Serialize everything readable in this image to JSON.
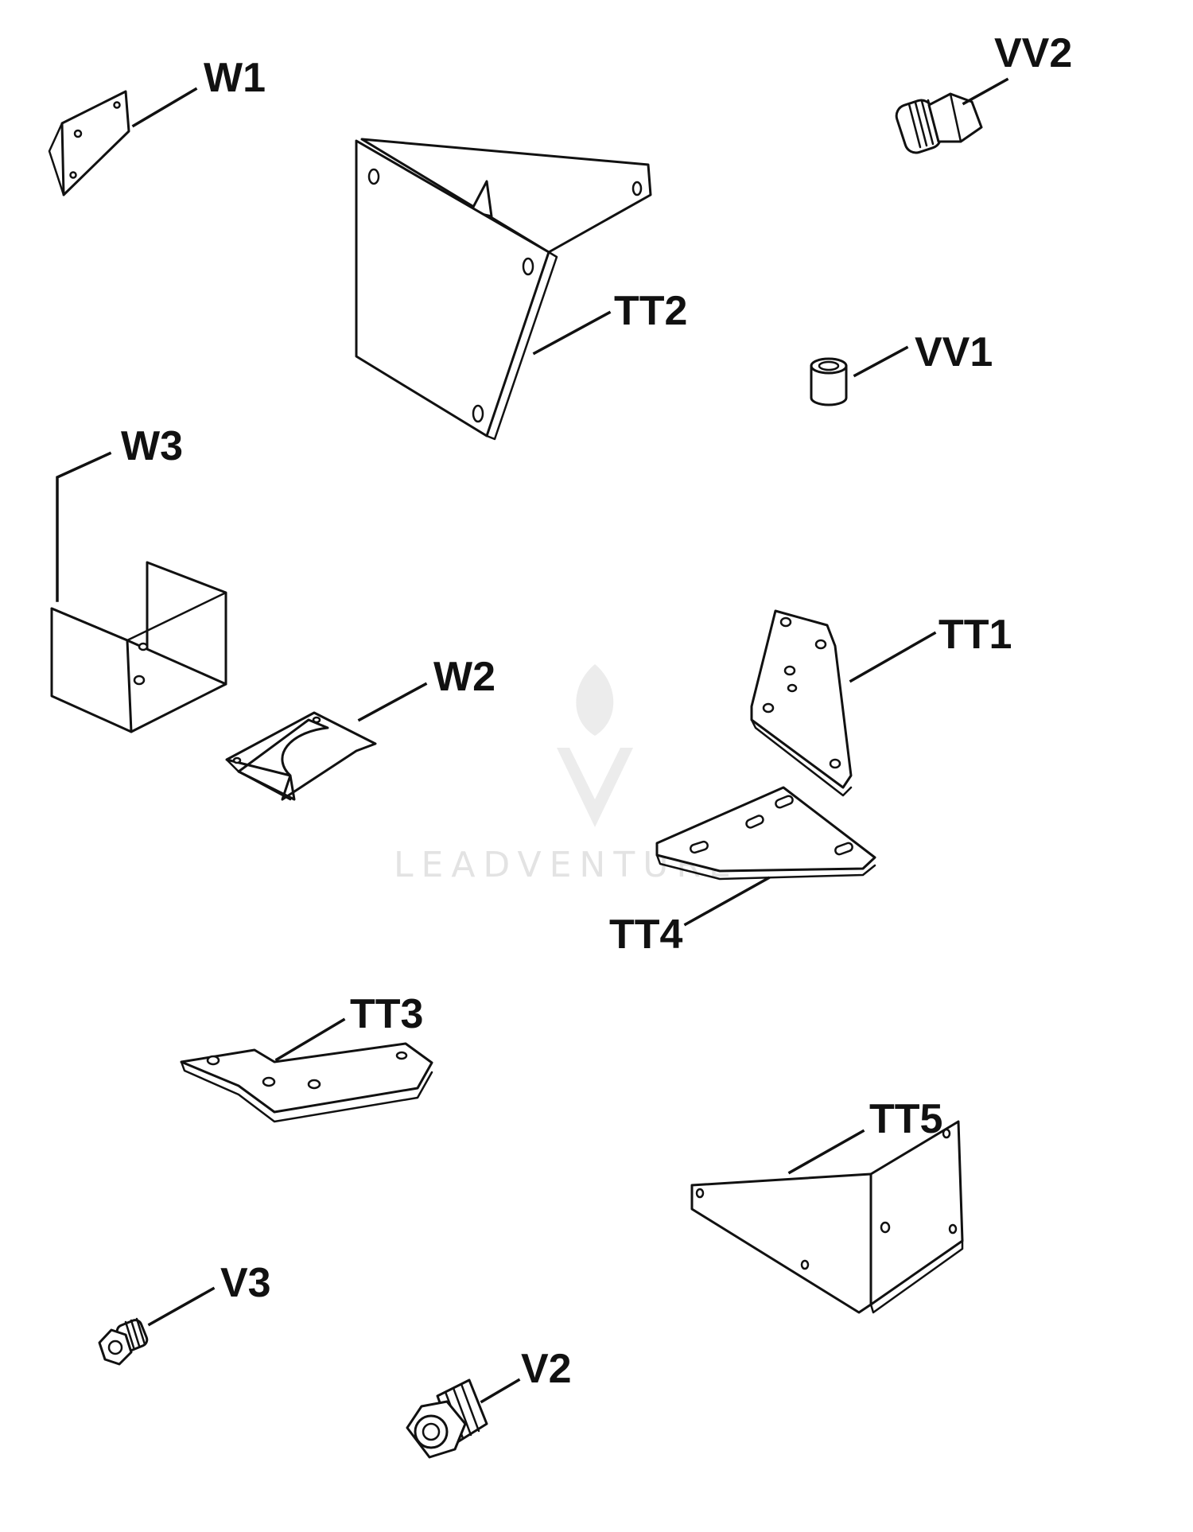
{
  "parts": [
    {
      "id": "w1",
      "label": "W1"
    },
    {
      "id": "tt2",
      "label": "TT2"
    },
    {
      "id": "vv2",
      "label": "VV2"
    },
    {
      "id": "vv1",
      "label": "VV1"
    },
    {
      "id": "w3",
      "label": "W3"
    },
    {
      "id": "w2",
      "label": "W2"
    },
    {
      "id": "tt1",
      "label": "TT1"
    },
    {
      "id": "tt4",
      "label": "TT4"
    },
    {
      "id": "tt3",
      "label": "TT3"
    },
    {
      "id": "tt5",
      "label": "TT5"
    },
    {
      "id": "v3",
      "label": "V3"
    },
    {
      "id": "v2",
      "label": "V2"
    }
  ],
  "watermark": {
    "text": "LEADVENTURE",
    "logo_icon": "flame-chevron-logo"
  }
}
